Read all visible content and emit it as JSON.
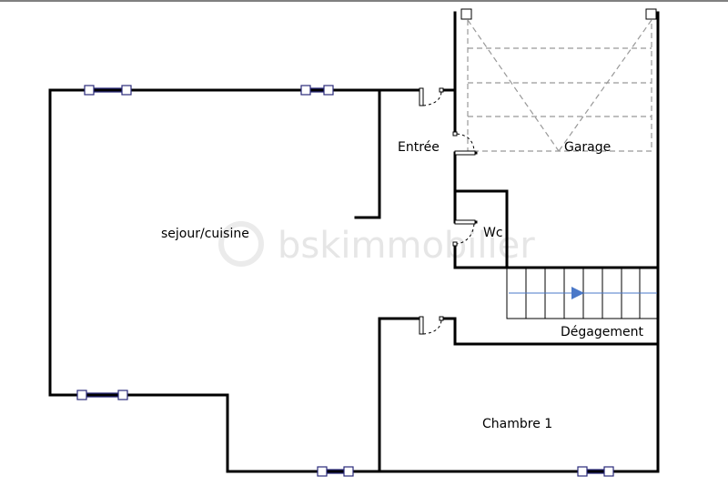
{
  "watermark": "bskimmobilier",
  "rooms": {
    "sejour": "sejour/cuisine",
    "entree": "Entrée",
    "garage": "Garage",
    "wc": "Wc",
    "degagement": "Dégagement",
    "chambre": "Chambre 1"
  },
  "colors": {
    "wall": "#000000",
    "window": "#2a2a7a",
    "stair_arrow": "#4a78c8",
    "garage_door": "#999999"
  }
}
